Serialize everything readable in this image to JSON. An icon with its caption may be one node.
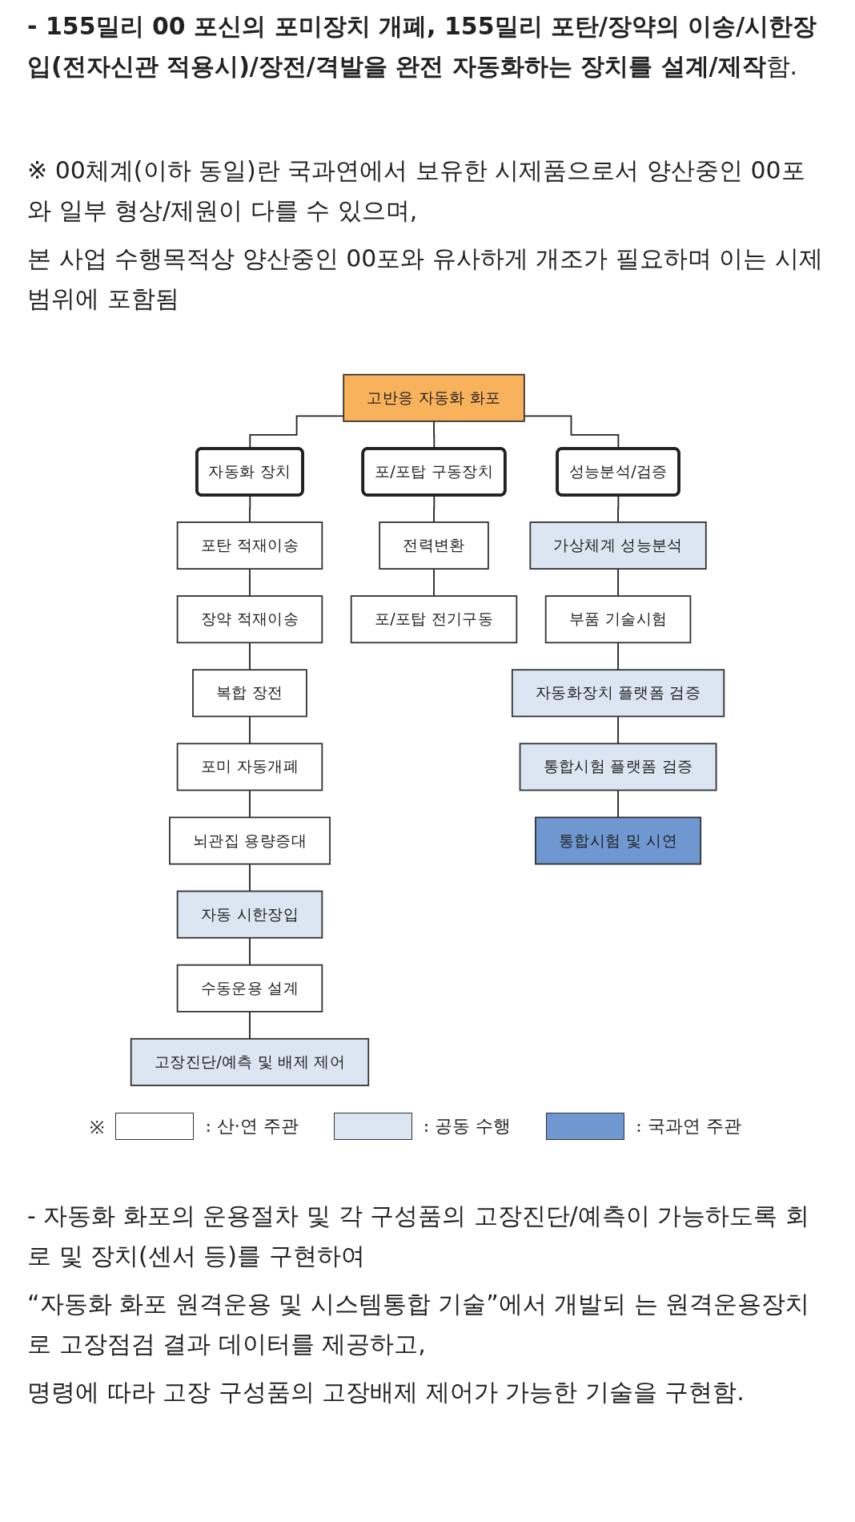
{
  "diagram": {
    "nodes": [
      {
        "text": [
          "고반응 자동화 화포"
        ]
      },
      {
        "text": [
          "자동화 장치"
        ]
      },
      {
        "text": [
          "포/포탑 구동장치"
        ]
      },
      {
        "text": [
          "성능분석/검증"
        ]
      },
      {
        "text": [
          "포탄 적재이송"
        ]
      },
      {
        "text": [
          "장약 적재이송"
        ]
      },
      {
        "text": [
          "복합 장전"
        ]
      },
      {
        "text": [
          "포미 자동개폐"
        ]
      },
      {
        "text": [
          "뇌관집 용량증대"
        ]
      },
      {
        "text": [
          "자동 시한장입"
        ]
      },
      {
        "text": [
          "수동운용 설계"
        ]
      },
      {
        "text": [
          "고장진단/예측 및 배제 제어"
        ]
      },
      {
        "text": [
          "전력변환"
        ]
      },
      {
        "text": [
          "포/포탑 전기구동"
        ]
      },
      {
        "text": [
          "가상체계 성능분석"
        ]
      },
      {
        "text": [
          "부품 기술시험"
        ]
      },
      {
        "text": [
          "자동화장치 플랫폼 검증"
        ]
      },
      {
        "text": [
          "통합시험 플랫폼 검증"
        ]
      },
      {
        "text": [
          "통합시험 및 시연"
        ]
      }
    ],
    "edges": [
      {
        "from": 0,
        "to": 1,
        "arrow": "none"
      },
      {
        "from": 0,
        "to": 2,
        "arrow": "none"
      },
      {
        "from": 0,
        "to": 3,
        "arrow": "none"
      },
      {
        "from": 1,
        "to": 4,
        "arrow": "none"
      },
      {
        "from": 4,
        "to": 5,
        "arrow": "none"
      },
      {
        "from": 5,
        "to": 6,
        "arrow": "none"
      },
      {
        "from": 6,
        "to": 7,
        "arrow": "none"
      },
      {
        "from": 7,
        "to": 8,
        "arrow": "none"
      },
      {
        "from": 8,
        "to": 9,
        "arrow": "none"
      },
      {
        "from": 9,
        "to": 10,
        "arrow": "none"
      },
      {
        "from": 10,
        "to": 11,
        "arrow": "none"
      },
      {
        "from": 2,
        "to": 12,
        "arrow": "none"
      },
      {
        "from": 12,
        "to": 13,
        "arrow": "none"
      },
      {
        "from": 3,
        "to": 14,
        "arrow": "none"
      },
      {
        "from": 14,
        "to": 15,
        "arrow": "none"
      },
      {
        "from": 15,
        "to": 16,
        "arrow": "none"
      },
      {
        "from": 16,
        "to": 17,
        "arrow": "none"
      },
      {
        "from": 17,
        "to": 18,
        "arrow": "none"
      }
    ],
    "labels": [
      "**- 155밀리 00 포신의 포미장치 개폐, 155밀리 포탄/장약의 이송/시한장입(전자신관 적용시)/장전/격발을 완전 자동화하는 장치를 설계/제작**함.",
      "※ 00체계(이하 동일)란 국과연에서 보유한 시제품으로서 양산중인 00포와 일부 형상/제원이 다를 수 있으며,",
      "본 사업 수행목적상 양산중인 00포와 유사하게 개조가 필요하며 이는 시제범위에 포함됨",
      "※",
      "- 자동화 화포의 운용절차 및 각 구성품의 고장진단/예측이 가능하도록 회로 및 장치(센서 등)를 구현하여",
      "“자동화 화포 원격운용 및 시스템통합 기술”에서 개발되 는 원격운용장치로 고장점검 결과 데이터를 제공하고,",
      "명령에 따라 고장 구성품의 고장배제 제어가 가능한 기술을 구현함."
    ],
    "legend": [
      {
        "text": ": 산·연 주관",
        "color": "#ffffff"
      },
      {
        "text": ": 공동 수행",
        "color": "#dce6f2"
      },
      {
        "text": ": 국과연 주관",
        "color": "#6f97d0"
      }
    ]
  }
}
